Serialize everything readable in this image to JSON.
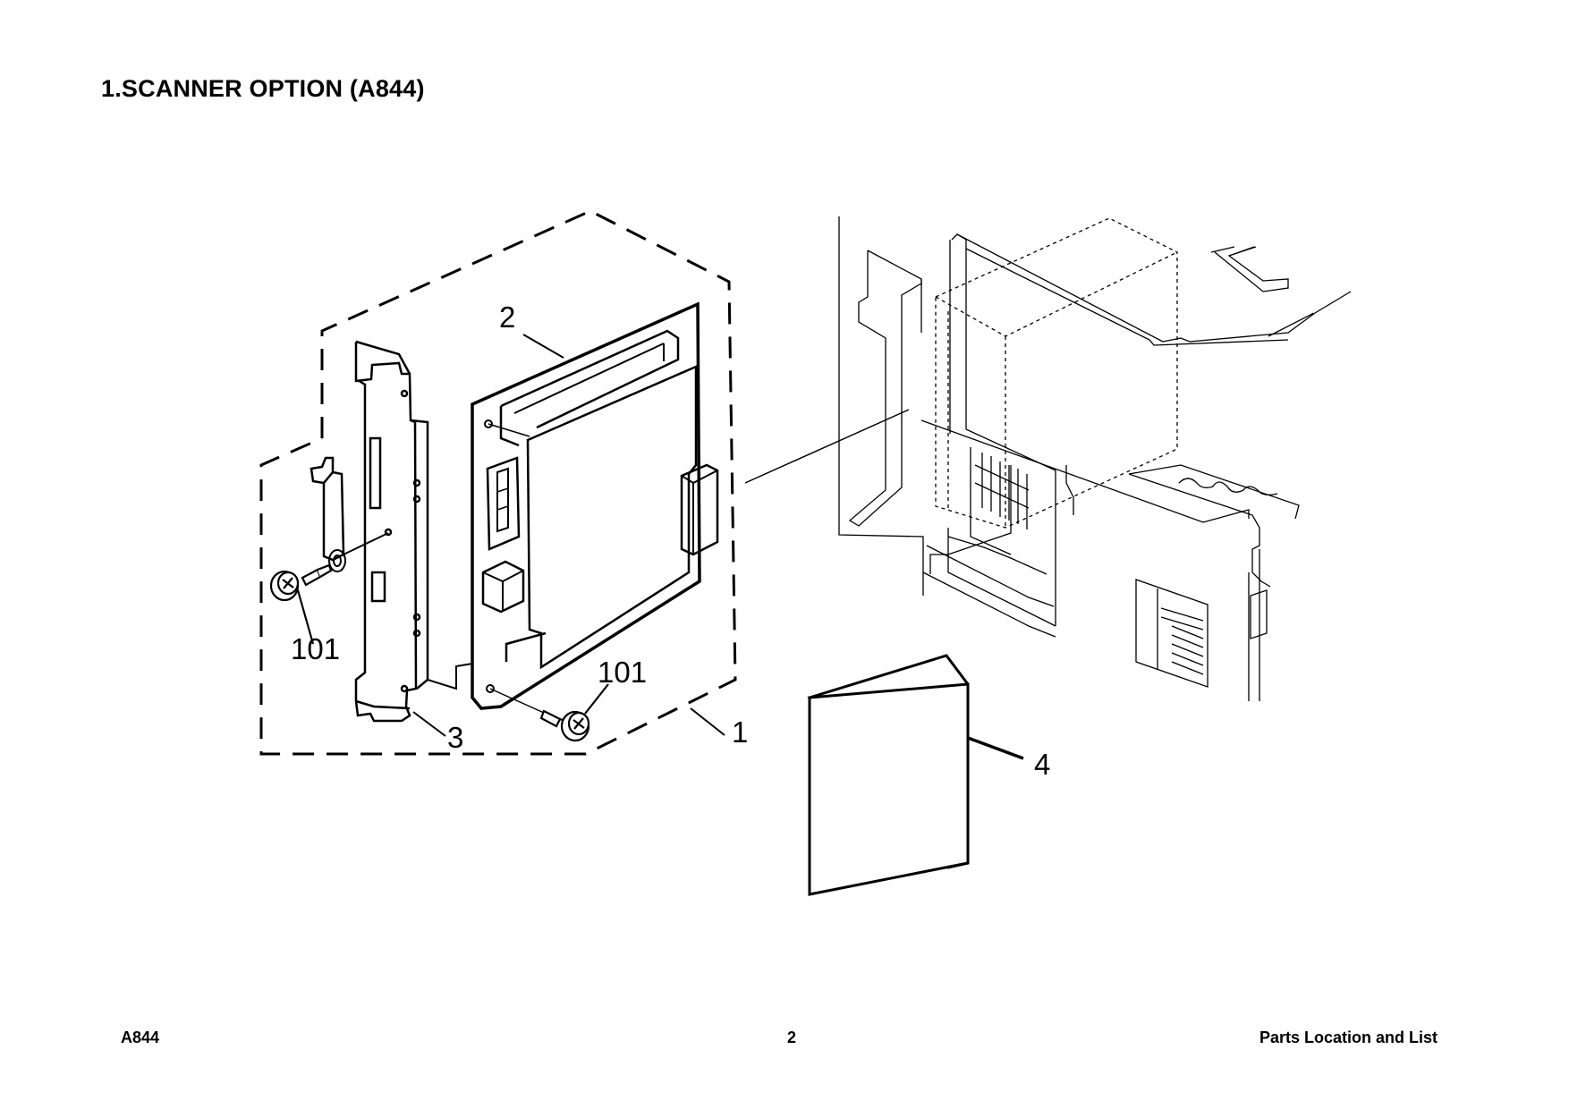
{
  "document": {
    "title": "1.SCANNER OPTION (A844)"
  },
  "callouts": {
    "part_1": "1",
    "part_2": "2",
    "part_3": "3",
    "part_4": "4",
    "screw_left": "101",
    "screw_right": "101"
  },
  "footer": {
    "model": "A844",
    "page_number": "2",
    "section": "Parts Location and List"
  }
}
